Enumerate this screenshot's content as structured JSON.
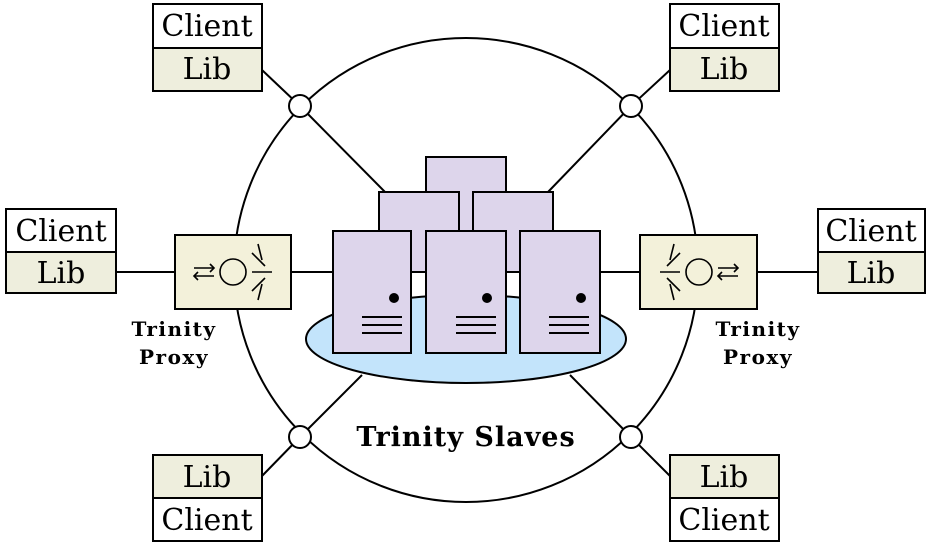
{
  "colors": {
    "line": "#000000",
    "lib_fill": "#eeeedd",
    "client_fill": "#ffffff",
    "proxy_fill": "#f3f1da",
    "server_fill": "#ddd5eb",
    "platform_fill": "#c3e4fb"
  },
  "clients": [
    {
      "client_label": "Client",
      "lib_label": "Lib"
    },
    {
      "client_label": "Client",
      "lib_label": "Lib"
    },
    {
      "client_label": "Client",
      "lib_label": "Lib"
    },
    {
      "client_label": "Client",
      "lib_label": "Lib"
    },
    {
      "client_label": "Client",
      "lib_label": "Lib"
    },
    {
      "client_label": "Client",
      "lib_label": "Lib"
    }
  ],
  "proxies": [
    {
      "line1": "Trinity",
      "line2": "Proxy",
      "icon": "proxy-router-icon"
    },
    {
      "line1": "Trinity",
      "line2": "Proxy",
      "icon": "proxy-router-icon"
    }
  ],
  "slaves_label": "Trinity Slaves",
  "server_icon": "server-icon"
}
